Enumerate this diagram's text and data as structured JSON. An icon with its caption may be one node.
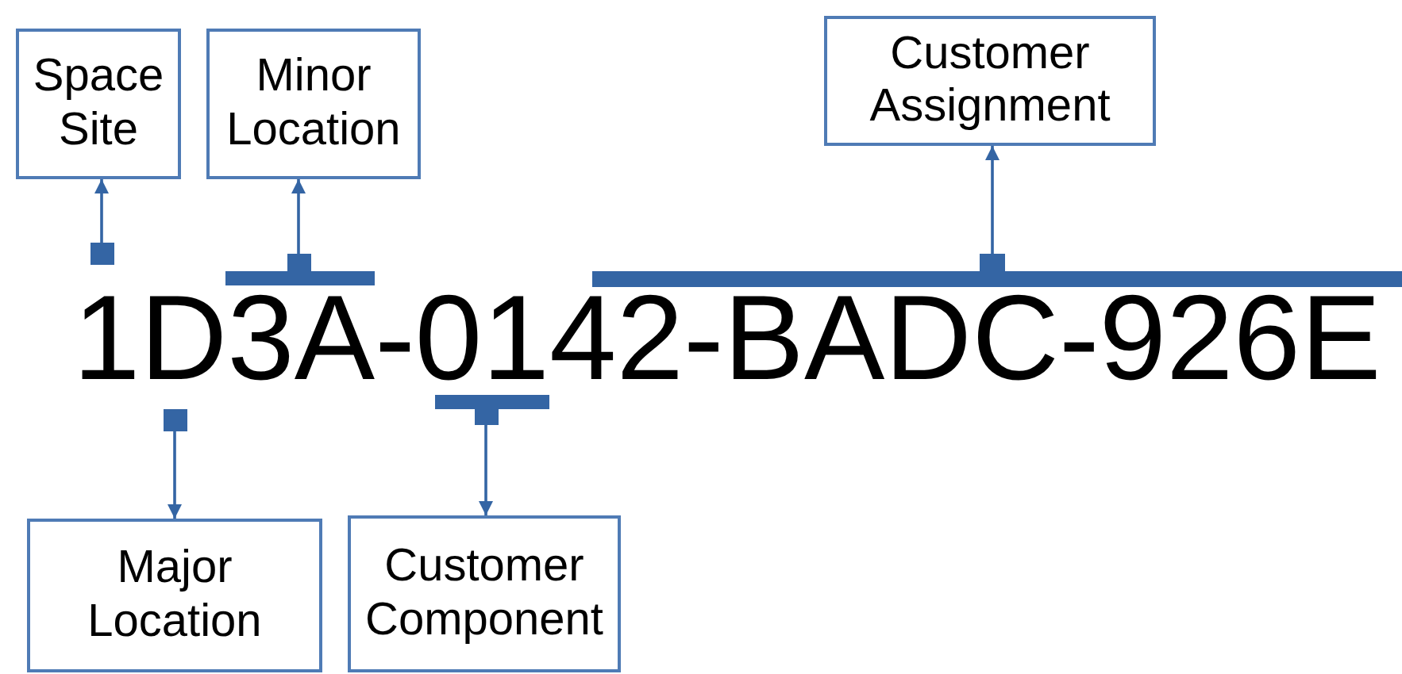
{
  "diagram": {
    "nodes": [
      {
        "text": [
          "Space Site"
        ]
      },
      {
        "text": [
          "Minor Location"
        ]
      },
      {
        "text": [
          "Customer Assignment"
        ]
      },
      {
        "text": [
          "Major Location"
        ]
      },
      {
        "text": [
          "Customer Component"
        ]
      },
      {
        "text": [],
        "shape": "bar"
      },
      {
        "text": [],
        "shape": "bar"
      },
      {
        "text": [],
        "shape": "bar"
      },
      {
        "text": [],
        "shape": "bar"
      },
      {
        "text": [],
        "shape": "bar"
      }
    ],
    "edges": [
      {
        "from": 5,
        "to": 0,
        "arrow": "to"
      },
      {
        "from": 6,
        "to": 3,
        "arrow": "to"
      },
      {
        "from": 7,
        "to": 1,
        "arrow": "to"
      },
      {
        "from": 8,
        "to": 4,
        "arrow": "to"
      },
      {
        "from": 9,
        "to": 2,
        "arrow": "to"
      }
    ],
    "labels": [
      "1D3A-0142-BADC-926E"
    ]
  }
}
